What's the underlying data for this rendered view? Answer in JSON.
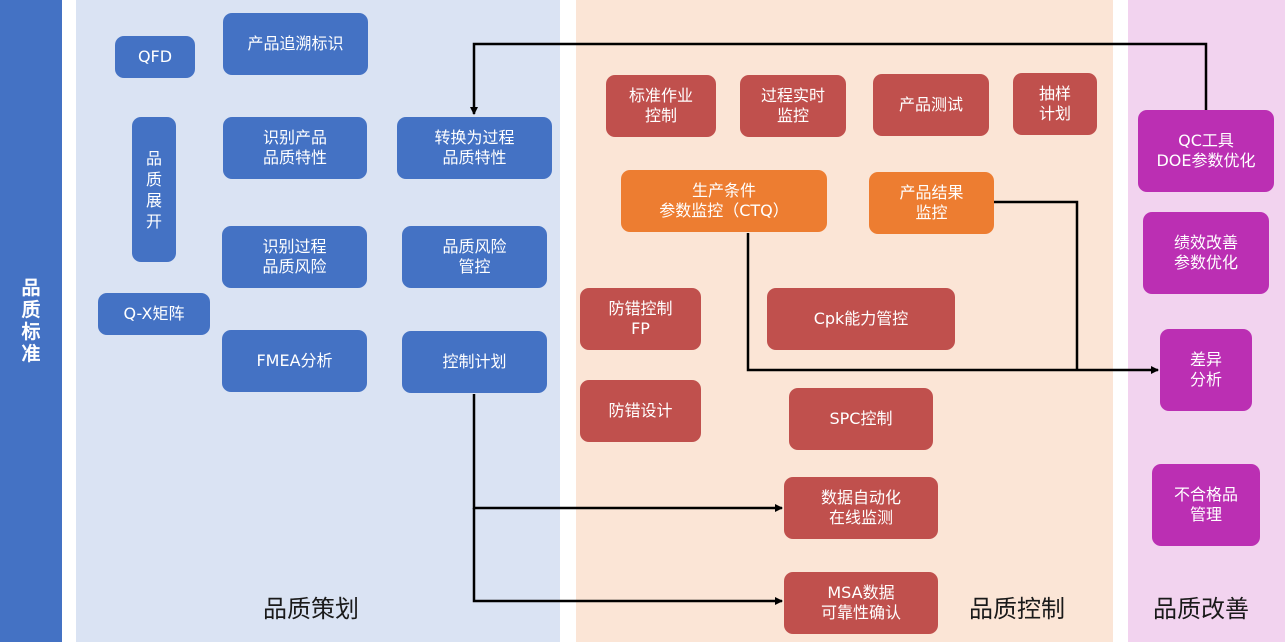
{
  "side_title": "品质标准",
  "sections": {
    "planning": "品质策划",
    "control": "品质控制",
    "improvement": "品质改善"
  },
  "planning": {
    "qfd": "QFD",
    "trace": "产品追溯标识",
    "deploy": "品\n质\n展\n开",
    "identify_product": "识别产品\n品质特性",
    "convert_process": "转换为过程\n品质特性",
    "identify_risk": "识别过程\n品质风险",
    "risk_control": "品质风险\n管控",
    "qx_matrix": "Q-X矩阵",
    "fmea": "FMEA分析",
    "control_plan": "控制计划"
  },
  "control": {
    "std_work": "标准作业\n控制",
    "realtime": "过程实时\n监控",
    "product_test": "产品测试",
    "sampling": "抽样\n计划",
    "ctq": "生产条件\n参数监控（CTQ）",
    "result_monitor": "产品结果\n监控",
    "fp": "防错控制\nFP",
    "cpk": "Cpk能力管控",
    "error_design": "防错设计",
    "spc": "SPC控制",
    "auto_data": "数据自动化\n在线监测",
    "msa": "MSA数据\n可靠性确认"
  },
  "improvement": {
    "qc_tools": "QC工具\nDOE参数优化",
    "kpi": "绩效改善\n参数优化",
    "diff": "差异\n分析",
    "nonconform": "不合格品\n管理"
  },
  "colors": {
    "planning_bg": "#dae3f3",
    "control_bg": "#fbe5d6",
    "improvement_bg": "#f2d3ef",
    "blue": "#4472c4",
    "red": "#c0504d",
    "orange": "#ed7d31",
    "magenta": "#bb2fb3"
  }
}
